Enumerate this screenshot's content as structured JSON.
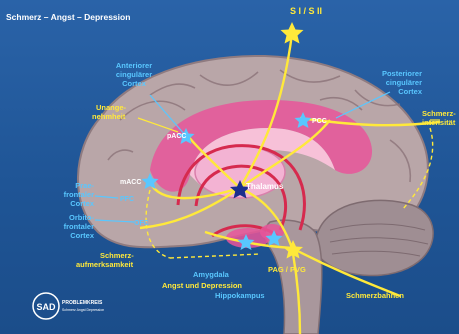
{
  "title": "Schmerz – Angst – Depression",
  "labels": {
    "s1s2": "S I / S II",
    "acc_region_l1": "Anteriorer",
    "acc_region_l2": "cingulärer",
    "acc_region_l3": "Cortex",
    "pcc_region_l1": "Posteriorer",
    "pcc_region_l2": "cingulärer",
    "pcc_region_l3": "Cortex",
    "unangenehm_l1": "Unange-",
    "unangenehm_l2": "nehmheit",
    "schmerz_int_l1": "Schmerz-",
    "schmerz_int_l2": "intensität",
    "prae_l1": "Prae-",
    "prae_l2": "frontaler",
    "prae_l3": "Cortex",
    "orbito_l1": "Orbito-",
    "orbito_l2": "frontaler",
    "orbito_l3": "Cortex",
    "aufmerk_l1": "Schmerz-",
    "aufmerk_l2": "aufmerksamkeit",
    "amygdala": "Amygdala",
    "angst": "Angst und Depression",
    "hippokampus": "Hippokampus",
    "pag": "PAG / PVG",
    "schmerzbahnen": "Schmerzbahnen",
    "node_acc": "pACC",
    "node_macc": "mACC",
    "node_pcc": "PCC",
    "node_pfc": "PFC",
    "node_ofc": "OFC",
    "node_thalamus": "Thalamus"
  },
  "logo": {
    "mark": "SAD",
    "text_l1": "PROBLEMKREIS",
    "text_l2": "Schmerz Angst Depression"
  },
  "colors": {
    "background": "#1f5596",
    "pathway": "#ffe93a",
    "label_cyan": "#59c7ff",
    "cingulate": "#e8559a",
    "thalamus": "#f3b3d3",
    "node_star": "#59c7ff",
    "thalamus_star": "#1b2e8c"
  }
}
